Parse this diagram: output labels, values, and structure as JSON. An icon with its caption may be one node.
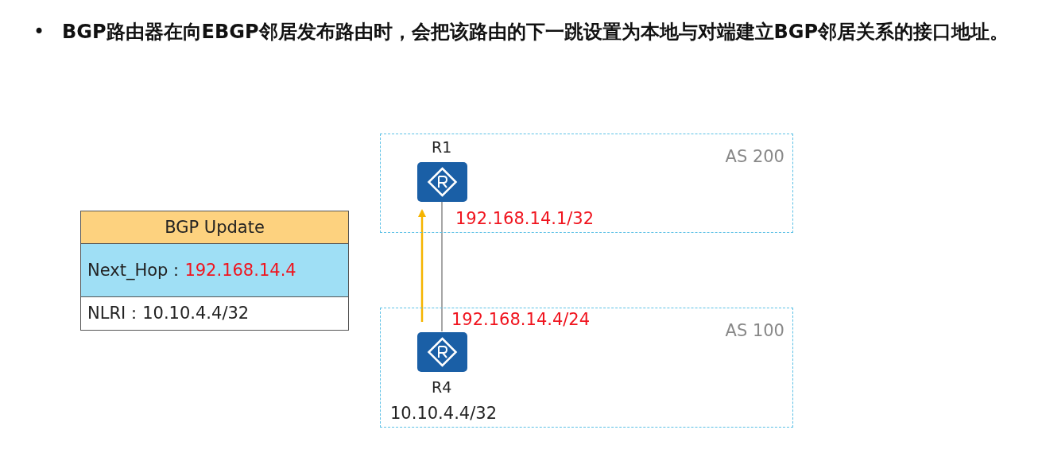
{
  "diagram": {
    "title": "BGP路由器在向EBGP邻居发布路由时，会把该路由的下一跳设置为本地与对端建立BGP邻居关系的接口地址。",
    "nodes": [
      {
        "text": [
          "AS 200"
        ]
      },
      {
        "text": [
          "R1"
        ],
        "in": 0,
        "beside": [
          "192.168.14.1/32"
        ]
      },
      {
        "text": [
          "AS 100"
        ]
      },
      {
        "text": [
          "R4"
        ],
        "in": 2,
        "beside": [
          "192.168.14.4/24",
          "10.10.4.4/32"
        ]
      }
    ],
    "edges": [
      {
        "from": 1,
        "to": 3,
        "arrow": "none"
      },
      {
        "from": 3,
        "to": 1,
        "arrow": "to",
        "color": "#f5b400"
      }
    ],
    "labels": [
      "BGP Update",
      "Next_Hop：",
      "192.168.14.4",
      "NLRI：10.10.4.4/32",
      "•"
    ]
  }
}
